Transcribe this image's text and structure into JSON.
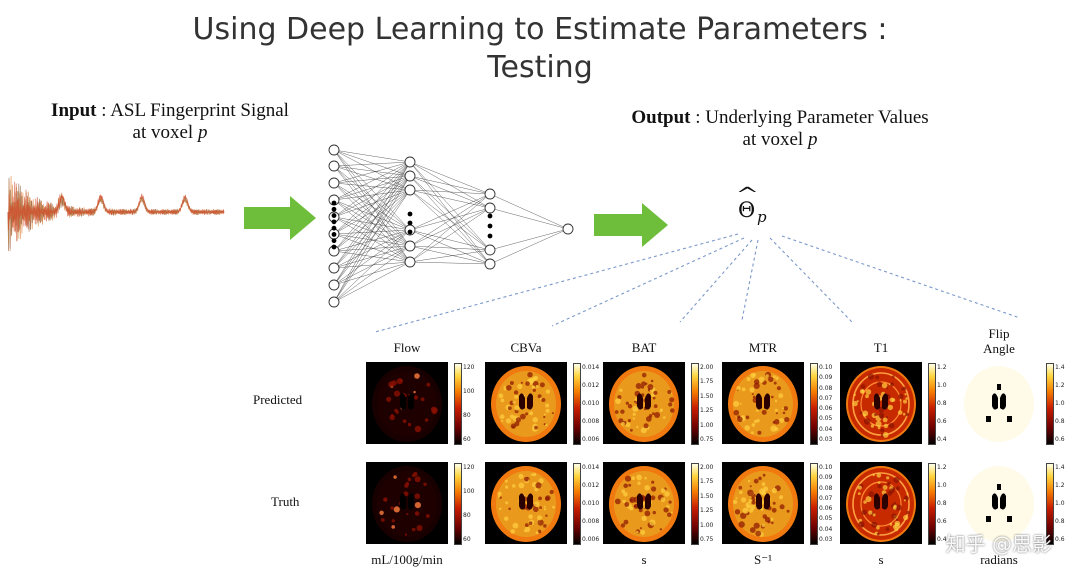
{
  "title": {
    "line1": "Using Deep Learning to Estimate Parameters :",
    "line2": "Testing"
  },
  "input": {
    "bold": "Input",
    "rest": " : ASL Fingerprint Signal",
    "line2_prefix": "at voxel ",
    "line2_var": "p"
  },
  "output": {
    "bold": "Output",
    "rest": " : Underlying Parameter Values",
    "line2_prefix": "at voxel ",
    "line2_var": "p"
  },
  "theta": {
    "symbol": "Θ",
    "subscript": "p",
    "hat": "^"
  },
  "row_labels": {
    "predicted": "Predicted",
    "truth": "Truth"
  },
  "maps": [
    {
      "name": "Flow",
      "unit": "mL/100g/min",
      "ticks": [
        "120",
        "100",
        "80",
        "60"
      ],
      "style": "sparse"
    },
    {
      "name": "CBVa",
      "unit": "",
      "ticks": [
        "0.014",
        "0.012",
        "0.010",
        "0.008",
        "0.006"
      ],
      "style": "dense"
    },
    {
      "name": "BAT",
      "unit": "s",
      "ticks": [
        "2.00",
        "1.75",
        "1.50",
        "1.25",
        "1.00",
        "0.75"
      ],
      "style": "dense"
    },
    {
      "name": "MTR",
      "unit": "S⁻¹",
      "ticks": [
        "0.10",
        "0.09",
        "0.08",
        "0.07",
        "0.06",
        "0.05",
        "0.04",
        "0.03"
      ],
      "style": "dense"
    },
    {
      "name": "T1",
      "unit": "s",
      "ticks": [
        "1.2",
        "1.0",
        "0.8",
        "0.6",
        "0.4"
      ],
      "style": "ring"
    },
    {
      "name": "Flip\nAngle",
      "unit": "radians",
      "ticks": [
        "1.4",
        "1.2",
        "1.0",
        "0.8",
        "0.6"
      ],
      "style": "bright"
    }
  ],
  "watermark": "知乎 @思影",
  "colors": {
    "arrow": "#6ebe3c",
    "dotted": "#7b98c9",
    "signal_main": "#e07a2e",
    "signal_alt": "#8a5a3c"
  }
}
